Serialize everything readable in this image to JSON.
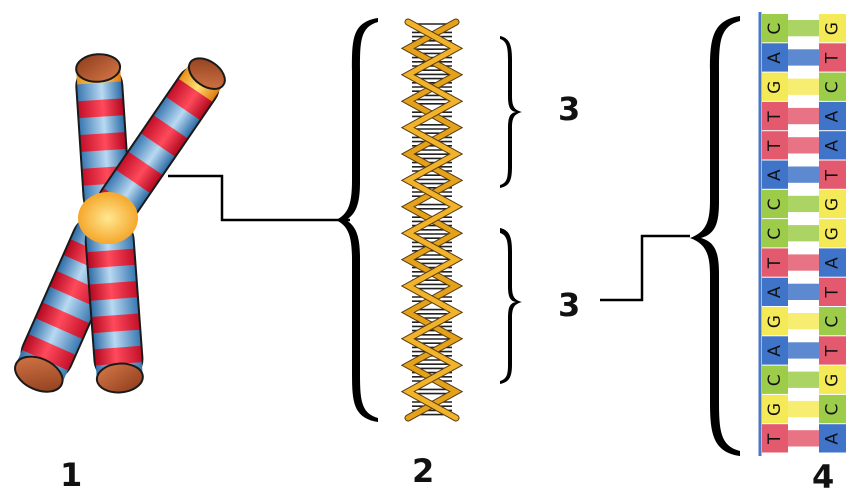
{
  "labels": {
    "chromosome": "1",
    "dna_helix": "2",
    "gene_top": "3",
    "gene_bottom": "3",
    "base_sequence": "4"
  },
  "sequence": {
    "strand_left": [
      "C",
      "A",
      "G",
      "T",
      "T",
      "A",
      "C",
      "C",
      "T",
      "A",
      "G",
      "A",
      "C",
      "G",
      "T"
    ],
    "strand_right": [
      "G",
      "T",
      "C",
      "A",
      "A",
      "T",
      "G",
      "G",
      "A",
      "T",
      "C",
      "T",
      "G",
      "C",
      "A"
    ]
  },
  "base_colors": {
    "A": "#3f74c8",
    "T": "#e35a6e",
    "G": "#f4ea58",
    "C": "#9ccc4a"
  },
  "colors": {
    "chromosome_band_red": "#e0132e",
    "chromosome_band_blue": "#5a9cd6",
    "chromosome_centromere": "#f7a51c",
    "helix_strand": "#e3a21a",
    "backbone": "#4a78c8"
  }
}
